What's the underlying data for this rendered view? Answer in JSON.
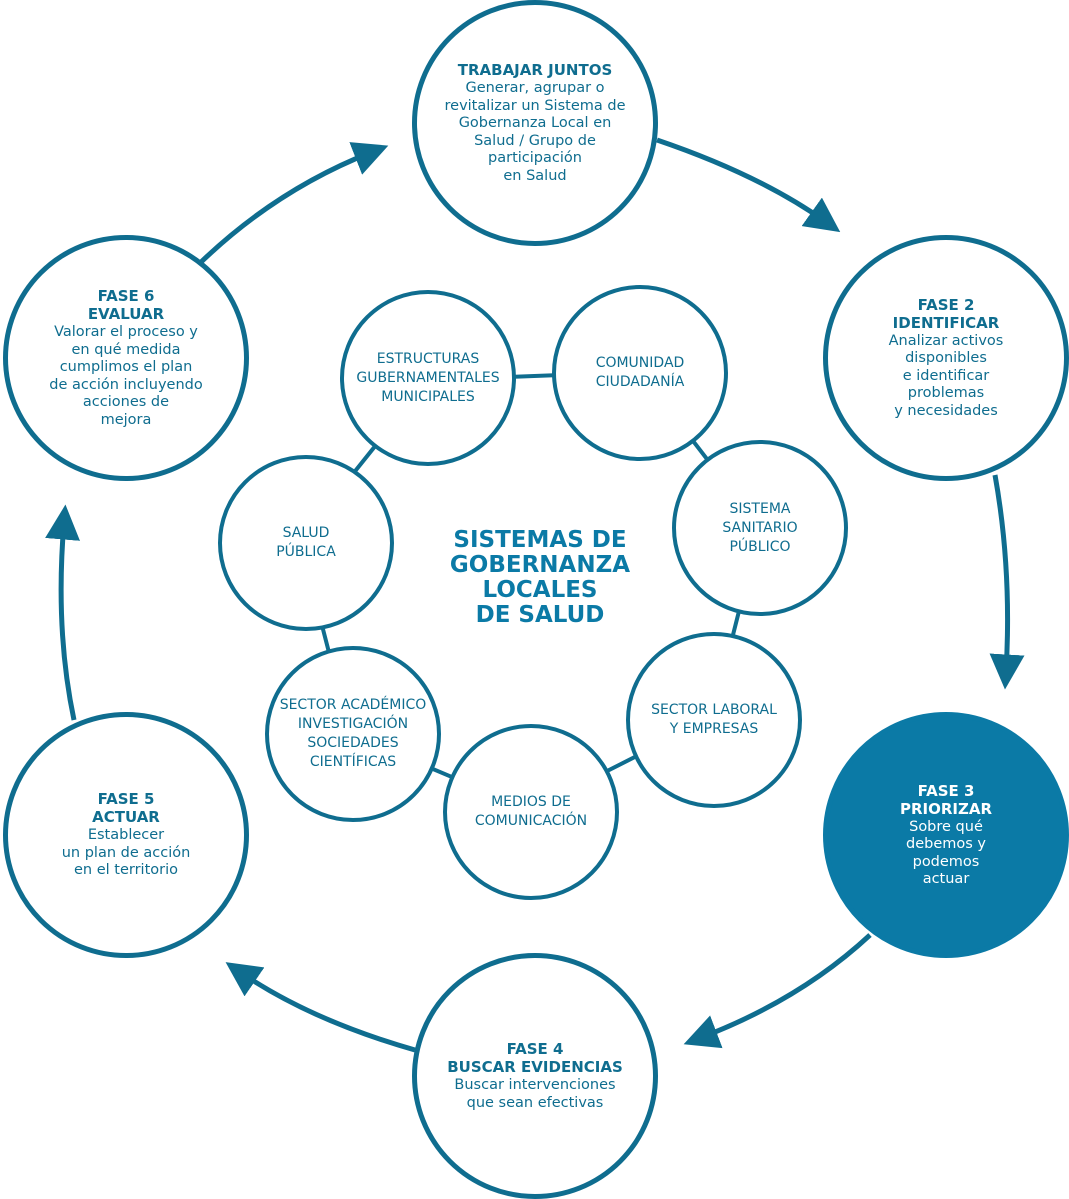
{
  "center_title": "SISTEMAS DE\nGOBERNANZA\nLOCALES\nDE SALUD",
  "phases": [
    {
      "title": "TRABAJAR JUNTOS",
      "desc": "Generar, agrupar o\nrevitalizar un Sistema de\nGobernanza Local en\nSalud / Grupo de\nparticipación\nen Salud"
    },
    {
      "title": "FASE 2\nIDENTIFICAR",
      "desc": "Analizar activos\ndisponibles\ne identificar\nproblemas\ny necesidades"
    },
    {
      "title": "FASE 3\nPRIORIZAR",
      "desc": "Sobre qué\ndebemos y\npodemos\nactuar"
    },
    {
      "title": "FASE 4\nBUSCAR EVIDENCIAS",
      "desc": "Buscar intervenciones\nque sean efectivas"
    },
    {
      "title": "FASE 5\nACTUAR",
      "desc": "Establecer\nun plan de acción\nen el territorio"
    },
    {
      "title": "FASE 6\nEVALUAR",
      "desc": "Valorar el proceso y\nen qué medida\ncumplimos el plan\nde acción incluyendo\nacciones de\nmejora"
    }
  ],
  "actors": [
    "ESTRUCTURAS\nGUBERNAMENTALES\nMUNICIPALES",
    "COMUNIDAD\nCIUDADANÍA",
    "SISTEMA\nSANITARIO\nPÚBLICO",
    "SECTOR LABORAL\nY EMPRESAS",
    "MEDIOS DE\nCOMUNICACIÓN",
    "SECTOR ACADÉMICO\nINVESTIGACIÓN\nSOCIEDADES\nCIENTÍFICAS",
    "SALUD\nPÚBLICA"
  ],
  "colors": {
    "stroke": "#0f6d8f",
    "accent": "#0b7aa6",
    "fill": "#ffffff"
  }
}
